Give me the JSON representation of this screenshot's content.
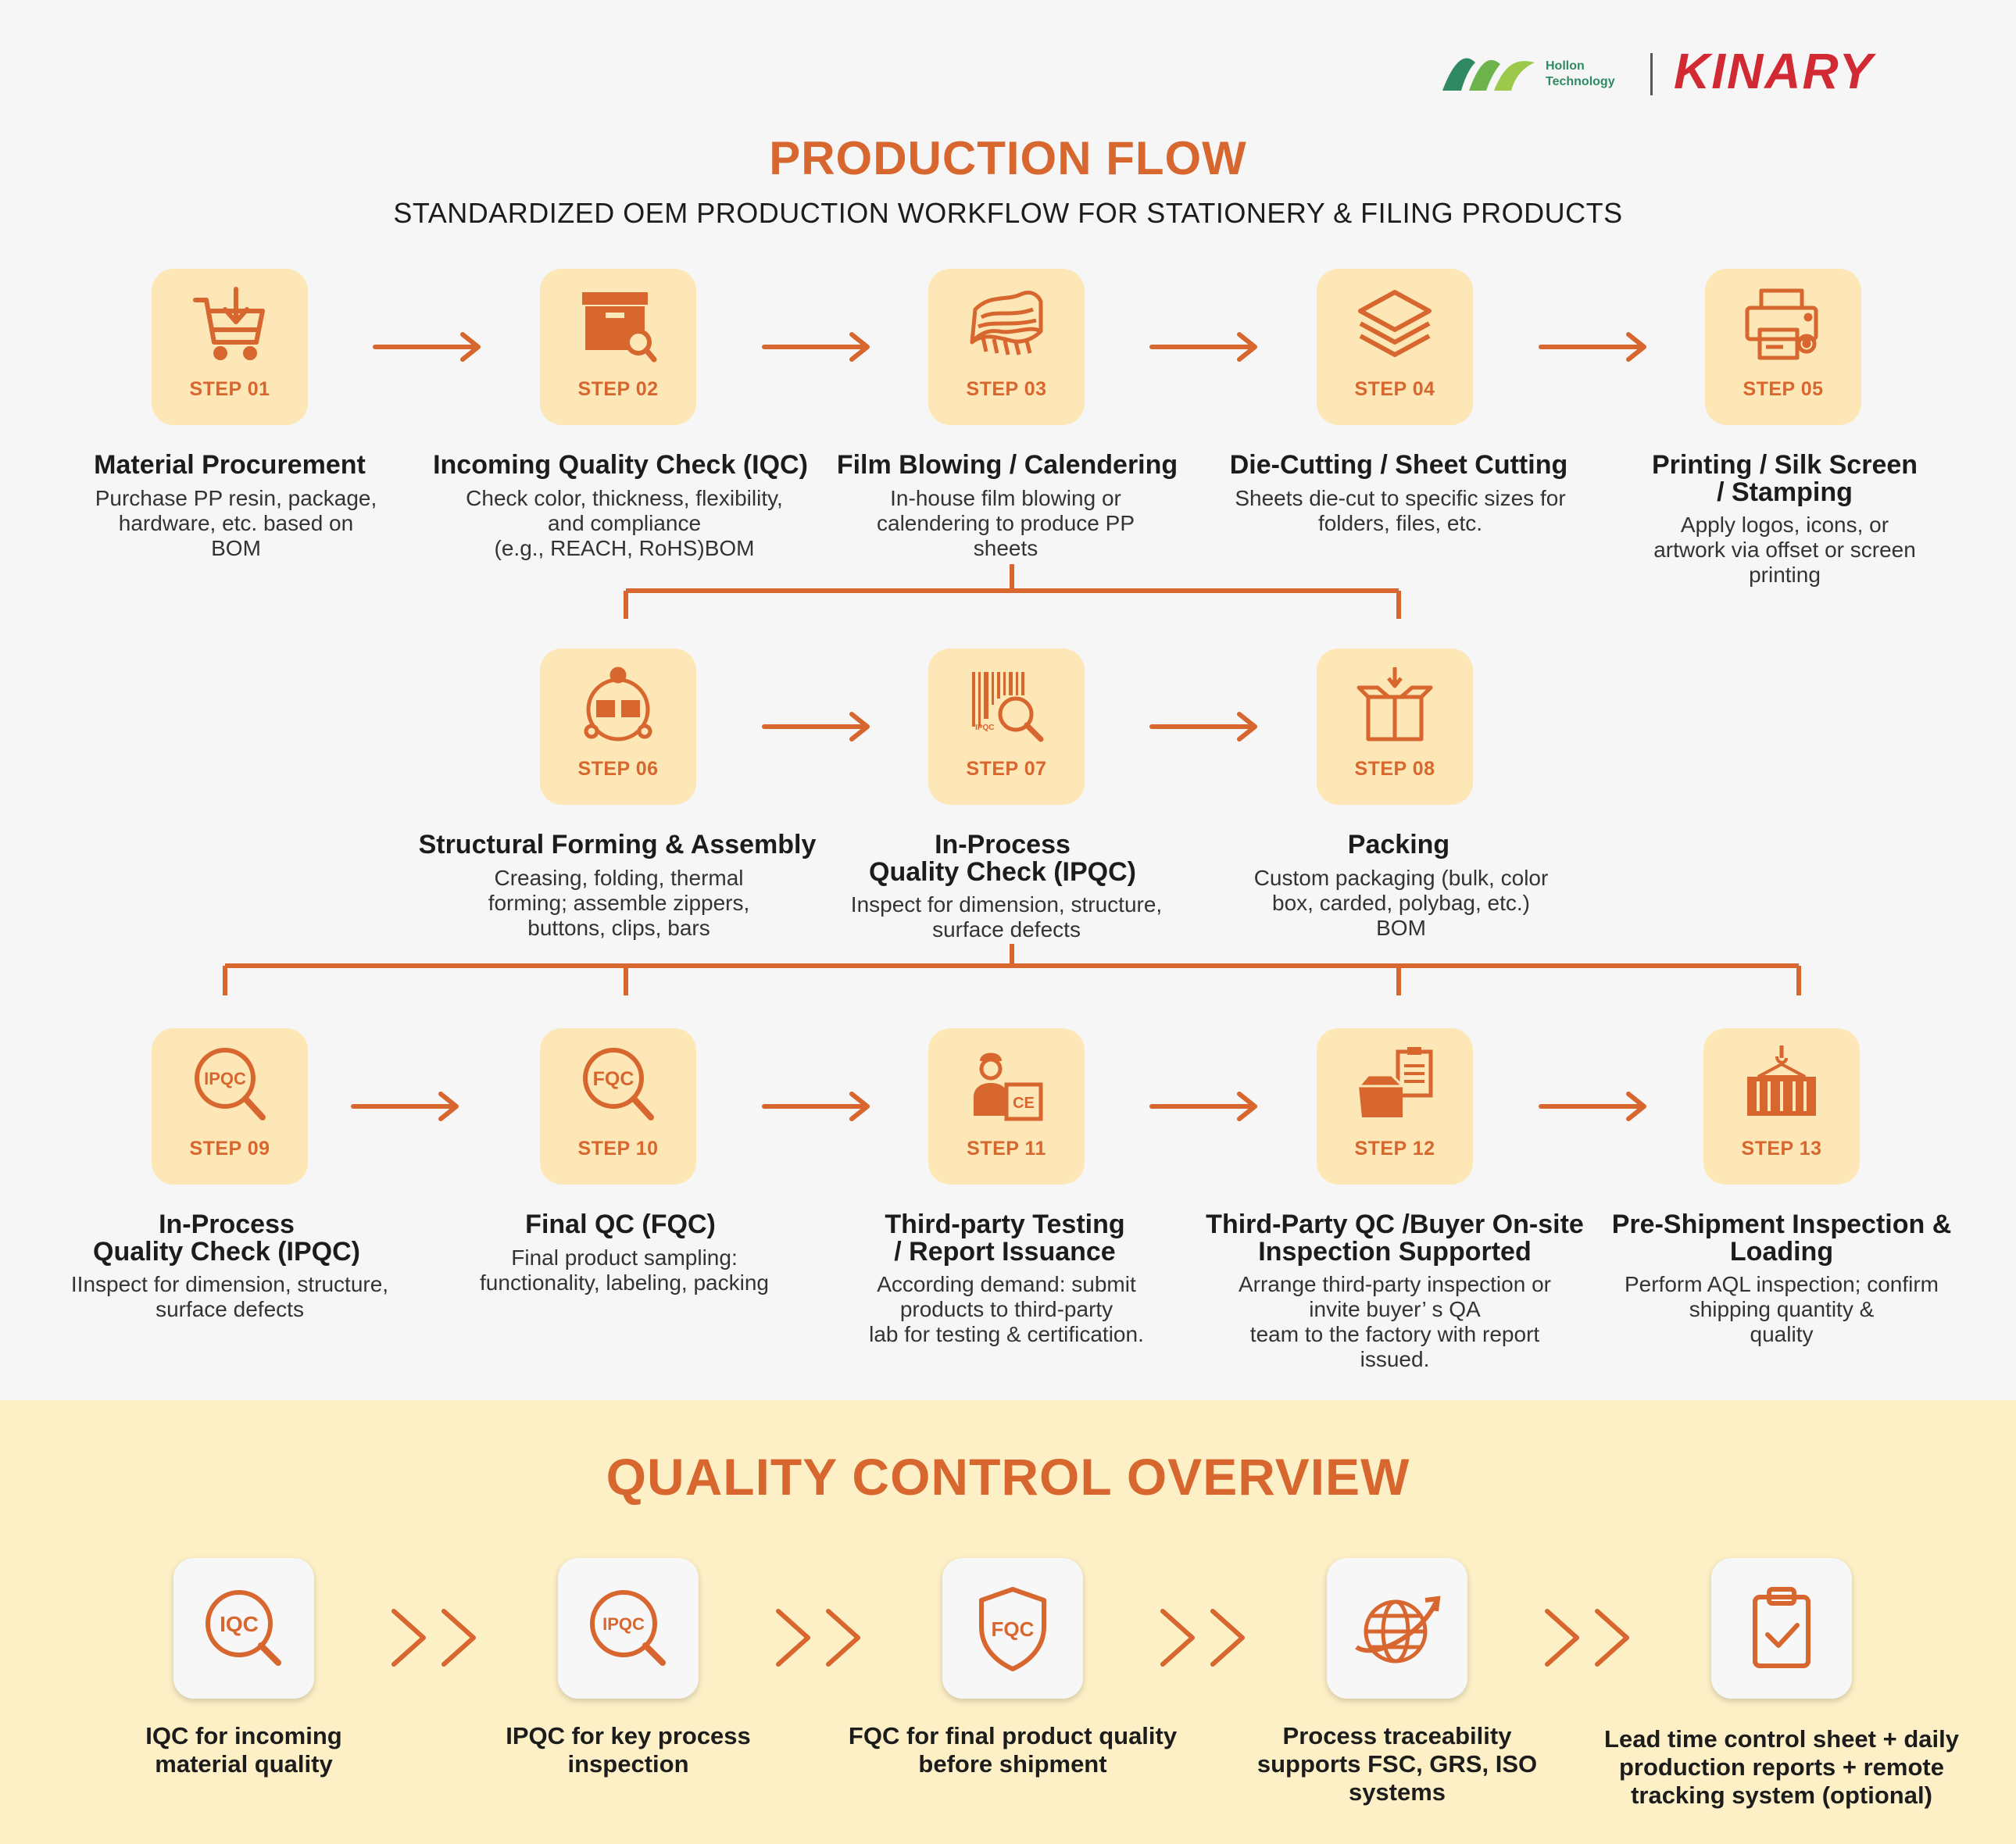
{
  "brand": {
    "hollon_line1": "Hollon",
    "hollon_line2": "Technology",
    "kinary": "KINARY"
  },
  "header": {
    "title": "PRODUCTION FLOW",
    "subtitle": "STANDARDIZED OEM PRODUCTION WORKFLOW FOR STATIONERY & FILING PRODUCTS"
  },
  "steps": [
    {
      "label": "STEP 01",
      "name": "Material Procurement",
      "desc": "Purchase PP resin, package,\nhardware, etc. based on\nBOM",
      "icon": "shopping-cart-icon"
    },
    {
      "label": "STEP 02",
      "name": "Incoming Quality Check (IQC)",
      "desc": "Check color, thickness, flexibility,\nand compliance\n(e.g., REACH, RoHS)BOM",
      "icon": "box-inspection-icon"
    },
    {
      "label": "STEP 03",
      "name": "Film Blowing / Calendering",
      "desc": "In-house film blowing or\ncalendering to produce PP\nsheets",
      "icon": "film-sheet-icon"
    },
    {
      "label": "STEP 04",
      "name": "Die-Cutting / Sheet Cutting",
      "desc": "Sheets die-cut to specific sizes for\nfolders, files, etc.",
      "icon": "layers-icon"
    },
    {
      "label": "STEP 05",
      "name": "Printing / Silk Screen\n/ Stamping",
      "desc": "Apply logos, icons, or\nartwork via offset or screen\nprinting",
      "icon": "printer-icon"
    },
    {
      "label": "STEP 06",
      "name": "Structural Forming & Assembly",
      "desc": "Creasing, folding, thermal\nforming; assemble zippers,\nbuttons, clips, bars",
      "icon": "assembly-icon"
    },
    {
      "label": "STEP 07",
      "name": "In-Process\nQuality Check (IPQC)",
      "desc": "Inspect for dimension, structure,\nsurface defects",
      "icon": "barcode-inspection-icon"
    },
    {
      "label": "STEP 08",
      "name": "Packing",
      "desc": "Custom packaging (bulk, color\nbox, carded, polybag, etc.)\nBOM",
      "icon": "open-box-icon"
    },
    {
      "label": "STEP 09",
      "name": "In-Process\nQuality Check (IPQC)",
      "desc": "IInspect for dimension, structure,\nsurface defects",
      "icon": "ipqc-magnifier-icon"
    },
    {
      "label": "STEP 10",
      "name": "Final QC (FQC)",
      "desc": "Final product sampling:\nfunctionality, labeling, packing",
      "icon": "fqc-magnifier-icon"
    },
    {
      "label": "STEP 11",
      "name": "Third-party Testing\n/ Report Issuance",
      "desc": "According demand: submit\nproducts to third-party\nlab for testing & certification.",
      "icon": "inspector-certificate-icon"
    },
    {
      "label": "STEP 12",
      "name": "Third-Party QC /Buyer On-site\nInspection Supported",
      "desc": "Arrange third-party inspection or\ninvite buyer’ s QA\nteam to the factory with report\nissued.",
      "icon": "box-clipboard-icon"
    },
    {
      "label": "STEP 13",
      "name": "Pre-Shipment Inspection &\nLoading",
      "desc": "Perform AQL inspection; confirm\nshipping quantity &\nquality",
      "icon": "container-crane-icon"
    }
  ],
  "qc": {
    "title": "QUALITY CONTROL OVERVIEW",
    "items": [
      {
        "icon_text": "IQC",
        "label": "IQC for incoming\nmaterial quality",
        "icon": "iqc-magnifier-icon"
      },
      {
        "icon_text": "IPQC",
        "label": "IPQC for key process\ninspection",
        "icon": "ipqc-magnifier-icon"
      },
      {
        "icon_text": "FQC",
        "label": "FQC for final product quality\nbefore shipment",
        "icon": "fqc-shield-icon"
      },
      {
        "icon_text": "",
        "label": "Process traceability\nsupports FSC, GRS, ISO\nsystems",
        "icon": "globe-icon"
      },
      {
        "icon_text": "",
        "label": "Lead time control sheet + daily\nproduction reports + remote\ntracking system (optional)",
        "icon": "clipboard-check-icon"
      }
    ]
  },
  "colors": {
    "accent": "#d7662f",
    "tile": "#fde7b6",
    "qc_band": "#fdf0c6",
    "kinary_red": "#d22a35",
    "hollon_green": "#2f8a63"
  }
}
